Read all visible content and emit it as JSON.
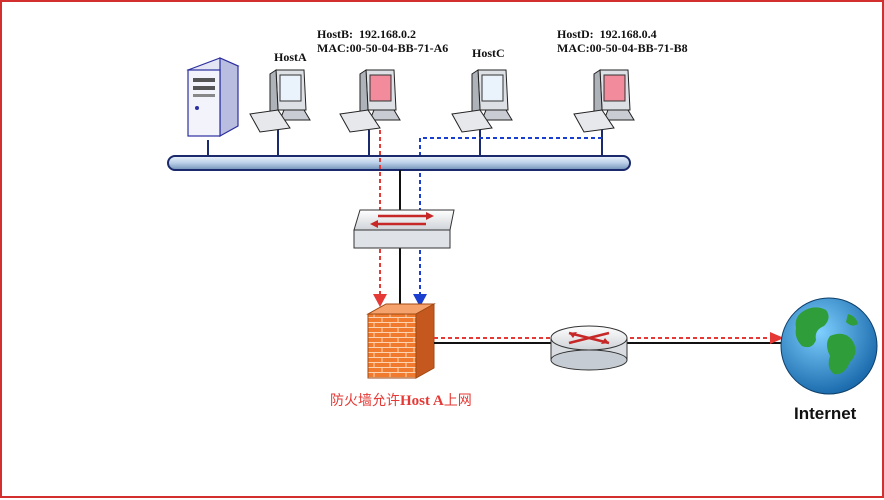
{
  "hosts": [
    {
      "name": "HostA"
    },
    {
      "name": "HostB:",
      "ip": "192.168.0.2",
      "mac": "MAC:00-50-04-BB-71-A6"
    },
    {
      "name": "HostC"
    },
    {
      "name": "HostD:",
      "ip": "192.168.0.4",
      "mac": "MAC:00-50-04-BB-71-B8"
    }
  ],
  "firewall_note": {
    "prefix": "防火墙允许",
    "highlight": "Host A",
    "suffix": "上网"
  },
  "internet_label": "Internet",
  "colors": {
    "border": "#d32f2f",
    "red_path": "#e53935",
    "blue_path": "#1a3fcf",
    "bus": "#c5d8ee",
    "firewall": "#f07a2e",
    "globe_sea": "#1e88c8",
    "globe_land": "#2e9d3a"
  }
}
